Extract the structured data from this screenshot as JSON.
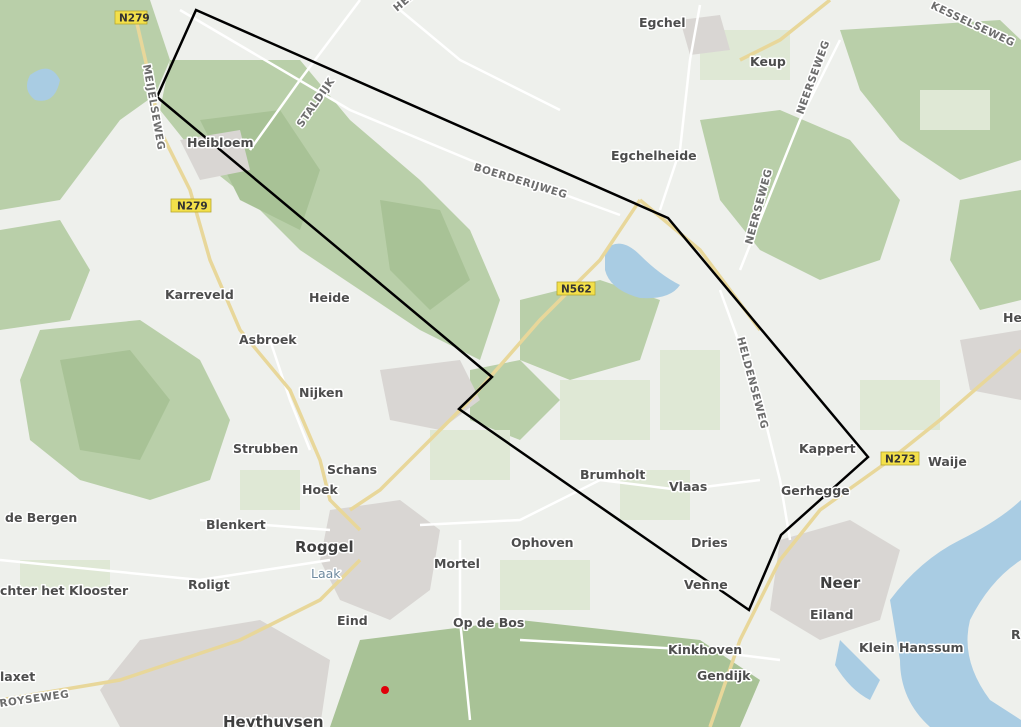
{
  "map": {
    "route_shields": [
      "N279",
      "N279",
      "N562",
      "N273"
    ],
    "places": {
      "egchel": "Egchel",
      "keup": "Keup",
      "heibloem": "Heibloem",
      "egchelheide": "Egchelheide",
      "karreveld": "Karreveld",
      "heide": "Heide",
      "asbroek": "Asbroek",
      "nijken": "Nijken",
      "strubben": "Strubben",
      "schans": "Schans",
      "hoek": "Hoek",
      "brumholt": "Brumholt",
      "vlaas": "Vlaas",
      "kappert": "Kappert",
      "gerhegge": "Gerhegge",
      "waije": "Waije",
      "de_bergen": "de Bergen",
      "blenkert": "Blenkert",
      "roggel": "Roggel",
      "laak": "Laak",
      "mortel": "Mortel",
      "ophoven": "Ophoven",
      "dries": "Dries",
      "venne": "Venne",
      "neer": "Neer",
      "eiland": "Eiland",
      "achter_het_klooster": "chter het Klooster",
      "roligt": "Roligt",
      "eind": "Eind",
      "op_de_bos": "Op de Bos",
      "kinkhoven": "Kinkhoven",
      "gendijk": "Gendijk",
      "klein_hanssum": "Klein Hanssum",
      "maxet": "laxet",
      "heythuysen": "Heythuysen",
      "he_edge": "He",
      "r_edge": "R"
    },
    "streets": {
      "meijelseweg": "MEIJELSEWEG",
      "staldijk": "STALDIJK",
      "heibloemseweg": "HEIBL",
      "boerderijweg": "BOERDERIJWEG",
      "neerseweg_1": "NEERSEWEG",
      "neerseweg_2": "NEERSEWEG",
      "kesselseweg": "KESSELSEWEG",
      "heldenseweg": "HELDENSEWEG",
      "roysweg": "ROYSEWEG"
    },
    "colors": {
      "land": "#eef0ec",
      "forest": "#b9cfa9",
      "forest_dark": "#a8c296",
      "meadow": "#dfe8d5",
      "water": "#a9cce3",
      "urban": "#d9d6d3",
      "road_major": "#e8d79a",
      "road_minor": "#ffffff",
      "shield_bg": "#f3e04a",
      "outline": "#000000",
      "marker": "#e0000a"
    }
  }
}
